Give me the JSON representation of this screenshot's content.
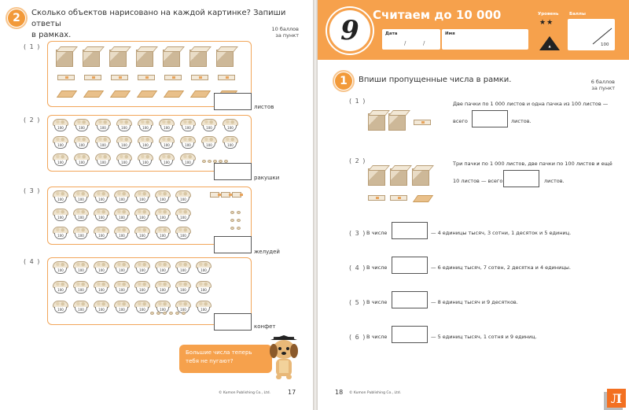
{
  "left_page": {
    "task_number": "2",
    "heading_line1": "Сколько объектов нарисовано на каждой картинке? Запиши ответы",
    "heading_line2": "в рамках.",
    "points_line1": "10 баллов",
    "points_line2": "за пункт",
    "items": [
      {
        "label": "( 1 )",
        "unit": "листов"
      },
      {
        "label": "( 2 )",
        "unit": "ракушки"
      },
      {
        "label": "( 3 )",
        "unit": "желудей"
      },
      {
        "label": "( 4 )",
        "unit": "конфет"
      }
    ],
    "bowl_label": "100",
    "pack_label": "100",
    "tip_text": "Большие числа теперь тебя не пугают?",
    "footer": "© Kumon Publishing Co., Ltd.",
    "page_number": "17"
  },
  "right_page": {
    "lesson_number": "9",
    "title": "Считаем до 10 000",
    "date_label": "Дата",
    "name_label": "Имя",
    "level_label": "Уровень",
    "stars": "★★",
    "score_label": "Баллы",
    "score_max": "100",
    "task_number": "1",
    "heading": "Впиши пропущенные числа в рамки.",
    "points_line1": "6 баллов",
    "points_line2": "за пункт",
    "q1": {
      "label": "( 1 )",
      "text_a": "Две пачки по 1 000 листов и одна пачка из 100 листов —",
      "prefix": "всего",
      "suffix": "листов."
    },
    "q2": {
      "label": "( 2 )",
      "text_a": "Три пачки по 1 000 листов, две пачки по 100 листов и ещё",
      "prefix": "10 листов — всего",
      "suffix": "листов."
    },
    "q3": {
      "label": "( 3 )",
      "prefix": "В числе",
      "suffix": "— 4 единицы тысяч, 3 сотни, 1 десяток и 5 единиц."
    },
    "q4": {
      "label": "( 4 )",
      "prefix": "В числе",
      "suffix": "— 6 единиц тысяч, 7 сотен, 2 десятка и 4 единицы."
    },
    "q5": {
      "label": "( 5 )",
      "prefix": "В числе",
      "suffix": "— 8 единиц тысяч и 9 десятков."
    },
    "q6": {
      "label": "( 6 )",
      "prefix": "В числе",
      "suffix": "— 5 единиц тысяч, 1 сотня и 9 единиц."
    },
    "footer": "© Kumon Publishing Co., Ltd.",
    "page_number": "18"
  },
  "logo_letter": "Л"
}
